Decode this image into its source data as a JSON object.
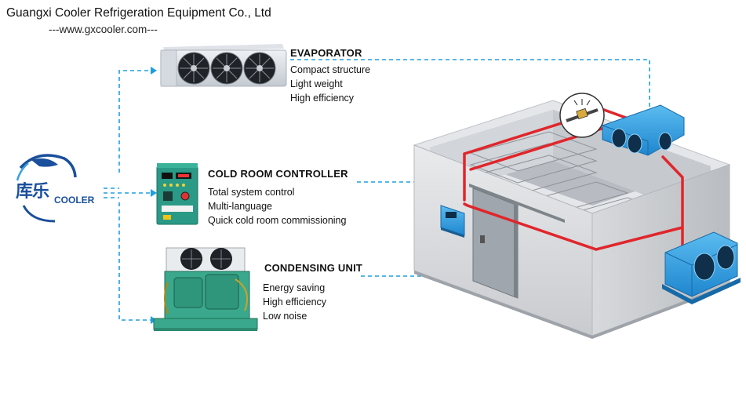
{
  "header": {
    "company": "Guangxi Cooler Refrigeration Equipment Co., Ltd",
    "website": "---www.gxcooler.com---"
  },
  "logo": {
    "chinese": "库乐",
    "english": "COOLER"
  },
  "components": [
    {
      "title": "EVAPORATOR",
      "features": [
        "Compact structure",
        "Light weight",
        "High efficiency"
      ]
    },
    {
      "title": "COLD ROOM CONTROLLER",
      "features": [
        "Total system control",
        "Multi-language",
        "Quick cold room commissioning"
      ]
    },
    {
      "title": "CONDENSING UNIT",
      "features": [
        "Energy saving",
        "High efficiency",
        "Low noise"
      ]
    }
  ],
  "colors": {
    "connector": "#1e9fe0",
    "pipe": "#e0262b",
    "unit_blue": "#2f9ee0",
    "controller_green": "#2a9a86",
    "condenser_green": "#3aa88c"
  }
}
